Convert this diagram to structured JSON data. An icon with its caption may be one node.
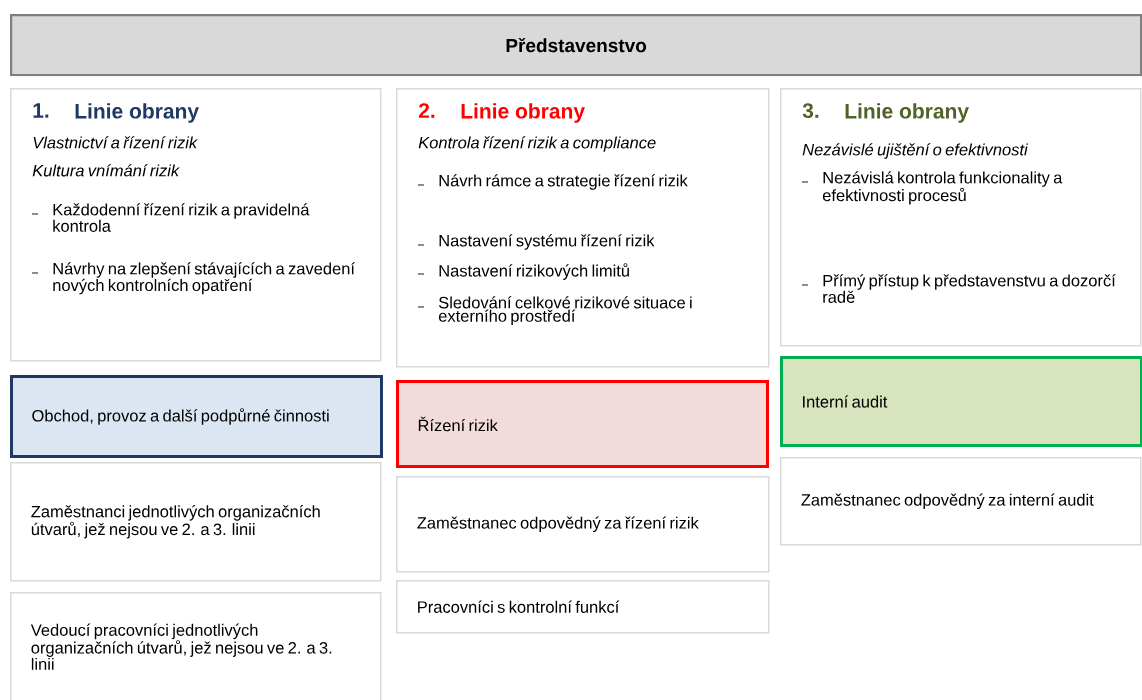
{
  "diagram": {
    "nodes": [
      {
        "text": [
          "Představenstvo"
        ]
      },
      {
        "text": [
          "1.",
          "Linie obrany",
          "Vlastnictví a řízení rizik",
          "Kultura vnímání rizik",
          "Každodenní řízení rizik a pravidelná kontrola",
          "Návrhy na zlepšení stávajících a zavedení nových kontrolních opatření"
        ]
      },
      {
        "text": [
          "2.",
          "Linie obrany",
          "Kontrola řízení rizik a compliance",
          "Návrh rámce a strategie řízení rizik",
          "Nastavení systému řízení rizik",
          "Nastavení rizikových limitů",
          "Sledování celkové rizikové situace i externího prostředí"
        ]
      },
      {
        "text": [
          "3.",
          "Linie obrany",
          "Nezávislé ujištění o efektivnosti",
          "Nezávislá kontrola funkcionality a efektivnosti procesů",
          "Přímý přístup k představenstvu a dozorčí radě"
        ]
      },
      {
        "text": [
          "Obchod, provoz a další podpůrné činnosti"
        ]
      },
      {
        "text": [
          "Řízení rizik"
        ]
      },
      {
        "text": [
          "Interní audit"
        ]
      },
      {
        "text": [
          "Zaměstnanci jednotlivých organizačních útvarů, jež nejsou ve 2. a 3. linii"
        ]
      },
      {
        "text": [
          "Zaměstnanec odpovědný za řízení rizik"
        ]
      },
      {
        "text": [
          "Zaměstnanec odpovědný za interní audit"
        ]
      },
      {
        "text": [
          "Vedoucí pracovníci jednotlivých organizačních útvarů, jež nejsou ve 2. a 3. linii"
        ]
      },
      {
        "text": [
          "Pracovníci s kontrolní funkcí"
        ]
      }
    ]
  }
}
